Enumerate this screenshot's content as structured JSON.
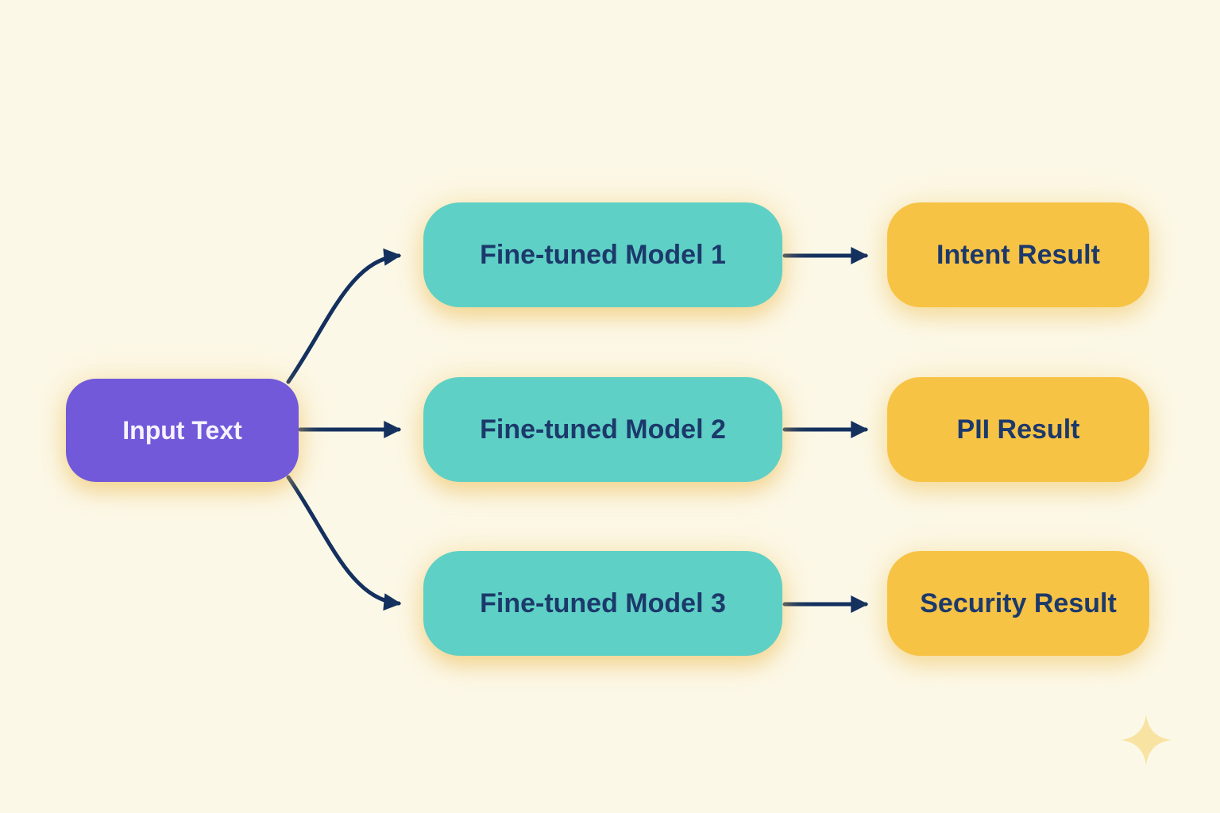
{
  "diagram": {
    "input": {
      "label": "Input Text"
    },
    "models": [
      {
        "label": "Fine-tuned Model 1"
      },
      {
        "label": "Fine-tuned Model 2"
      },
      {
        "label": "Fine-tuned Model 3"
      }
    ],
    "results": [
      {
        "label": "Intent Result"
      },
      {
        "label": "PII Result"
      },
      {
        "label": "Security Result"
      }
    ]
  },
  "icons": {
    "sparkle": "four-point-sparkle-icon"
  },
  "colors": {
    "background": "#FCF8E8",
    "input-fill": "#7159DA",
    "model-fill": "#5FD0C5",
    "result-fill": "#F7C345",
    "input-text": "#F5F3FD",
    "node-text": "#1C396B",
    "arrow": "#13305F",
    "sparkle": "#F8E3A2"
  }
}
